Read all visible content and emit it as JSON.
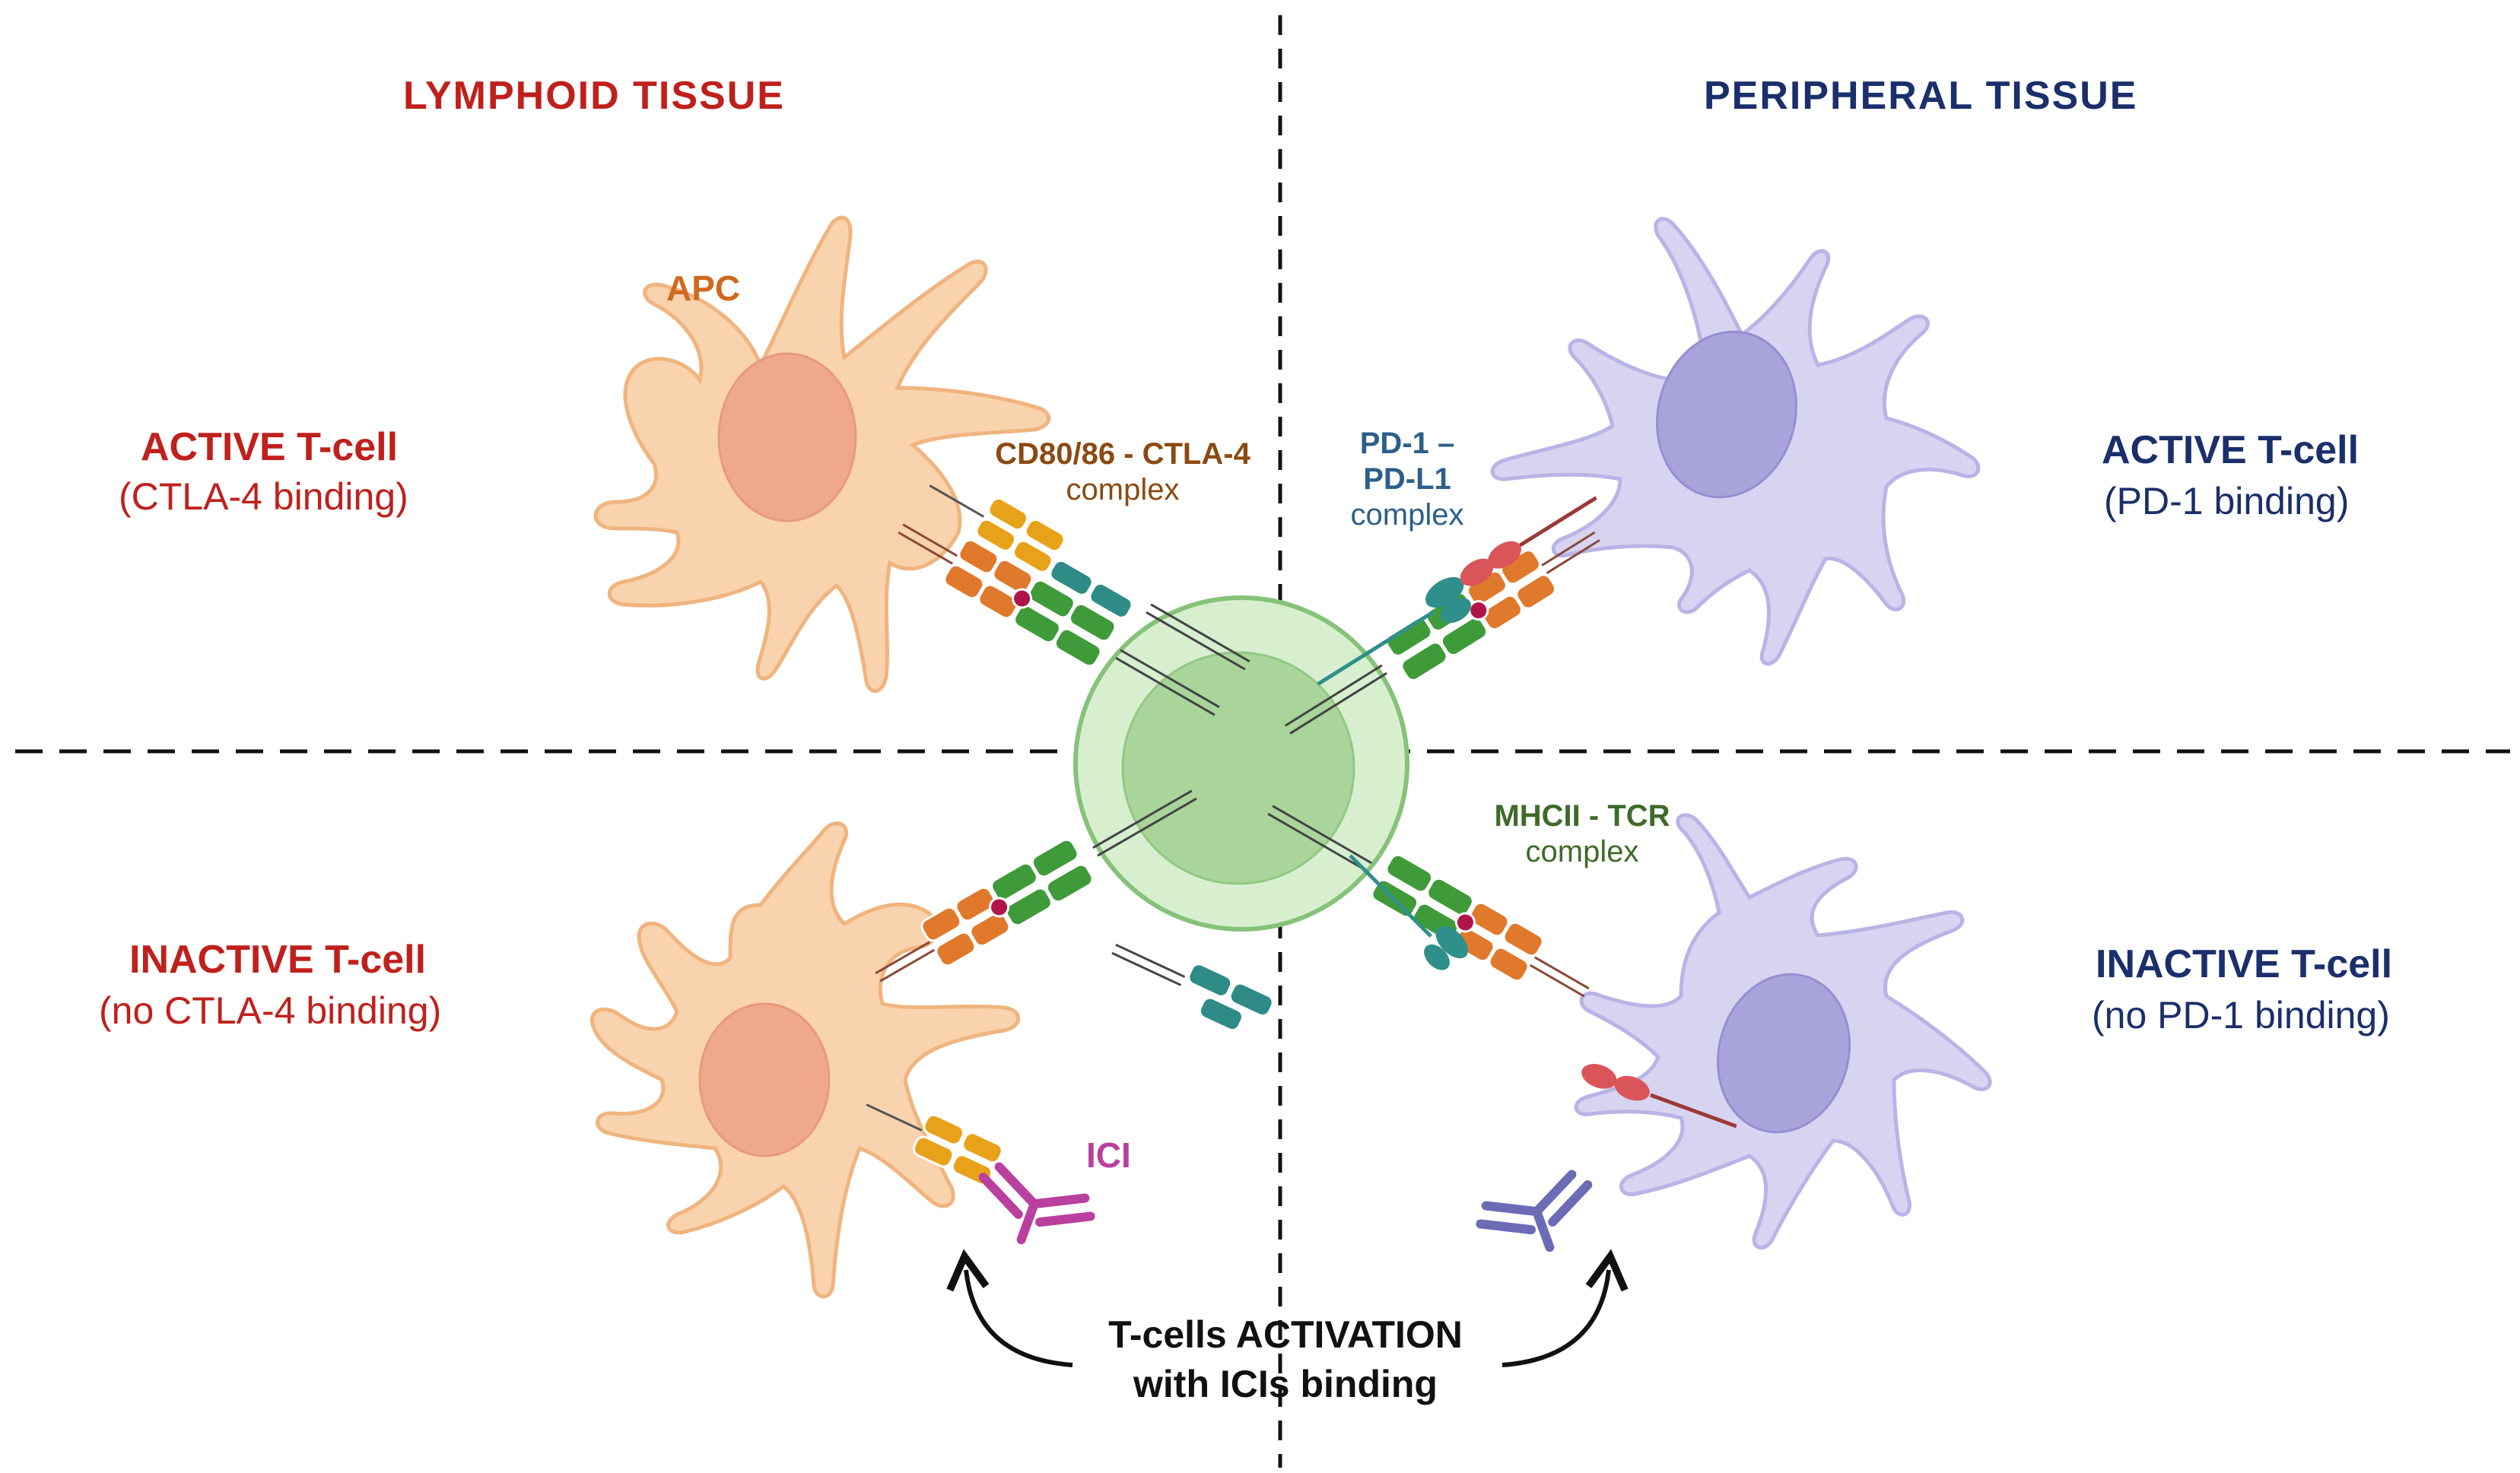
{
  "colors": {
    "lymphoid": "#c0201c",
    "peripheral": "#1a2f6b",
    "apc_fill": "#f9d3ad",
    "apc_stroke": "#f0b47e",
    "apc_nucleus": "#efa98a",
    "pdl1_cell_fill": "#d7d4f1",
    "pdl1_cell_stroke": "#b9b4e6",
    "pdl1_nucleus": "#a9a3dc",
    "tcell_fill": "#d7efcf",
    "tcell_stroke": "#86c27a",
    "tcell_nucleus": "#a9d59a",
    "mhc_tcr_green": "#3f9b3a",
    "mhc_orange": "#e0792c",
    "cd80_yellow": "#e8a21a",
    "ctla4_teal": "#2e8b86",
    "pd1_teal": "#2f8f8a",
    "pdl1_red": "#d9555a",
    "ici_purple": "#b9409e",
    "ici_blue": "#6c6bb6",
    "cd80_label": "#8b4a12",
    "apc_label": "#d0691c",
    "pd_label": "#2d5f8a",
    "mhc_label": "#3f6b2a"
  },
  "labels": {
    "lymphoid_tissue": "LYMPHOID  TISSUE",
    "peripheral_tissue": "PERIPHERAL  TISSUE",
    "apc": "APC",
    "active_left_title": "ACTIVE  T-cell",
    "active_left_sub": "(CTLA-4  binding)",
    "active_right_title": "ACTIVE  T-cell",
    "active_right_sub": "(PD-1  binding)",
    "inactive_left_title": "INACTIVE  T-cell",
    "inactive_left_sub": "(no  CTLA-4  binding)",
    "inactive_right_title": "INACTIVE  T-cell",
    "inactive_right_sub": "(no  PD-1  binding)",
    "cd80_line1": "CD80/86 - CTLA-4",
    "cd80_line2": "complex",
    "pd1_line1": "PD-1 –",
    "pd1_line2": "PD-L1",
    "pd1_line3": "complex",
    "mhc_line1": "MHCII - TCR",
    "mhc_line2": "complex",
    "ici": "ICI",
    "activation_line1": "T-cells ACTIVATION",
    "activation_line2": "with ICIs binding"
  }
}
